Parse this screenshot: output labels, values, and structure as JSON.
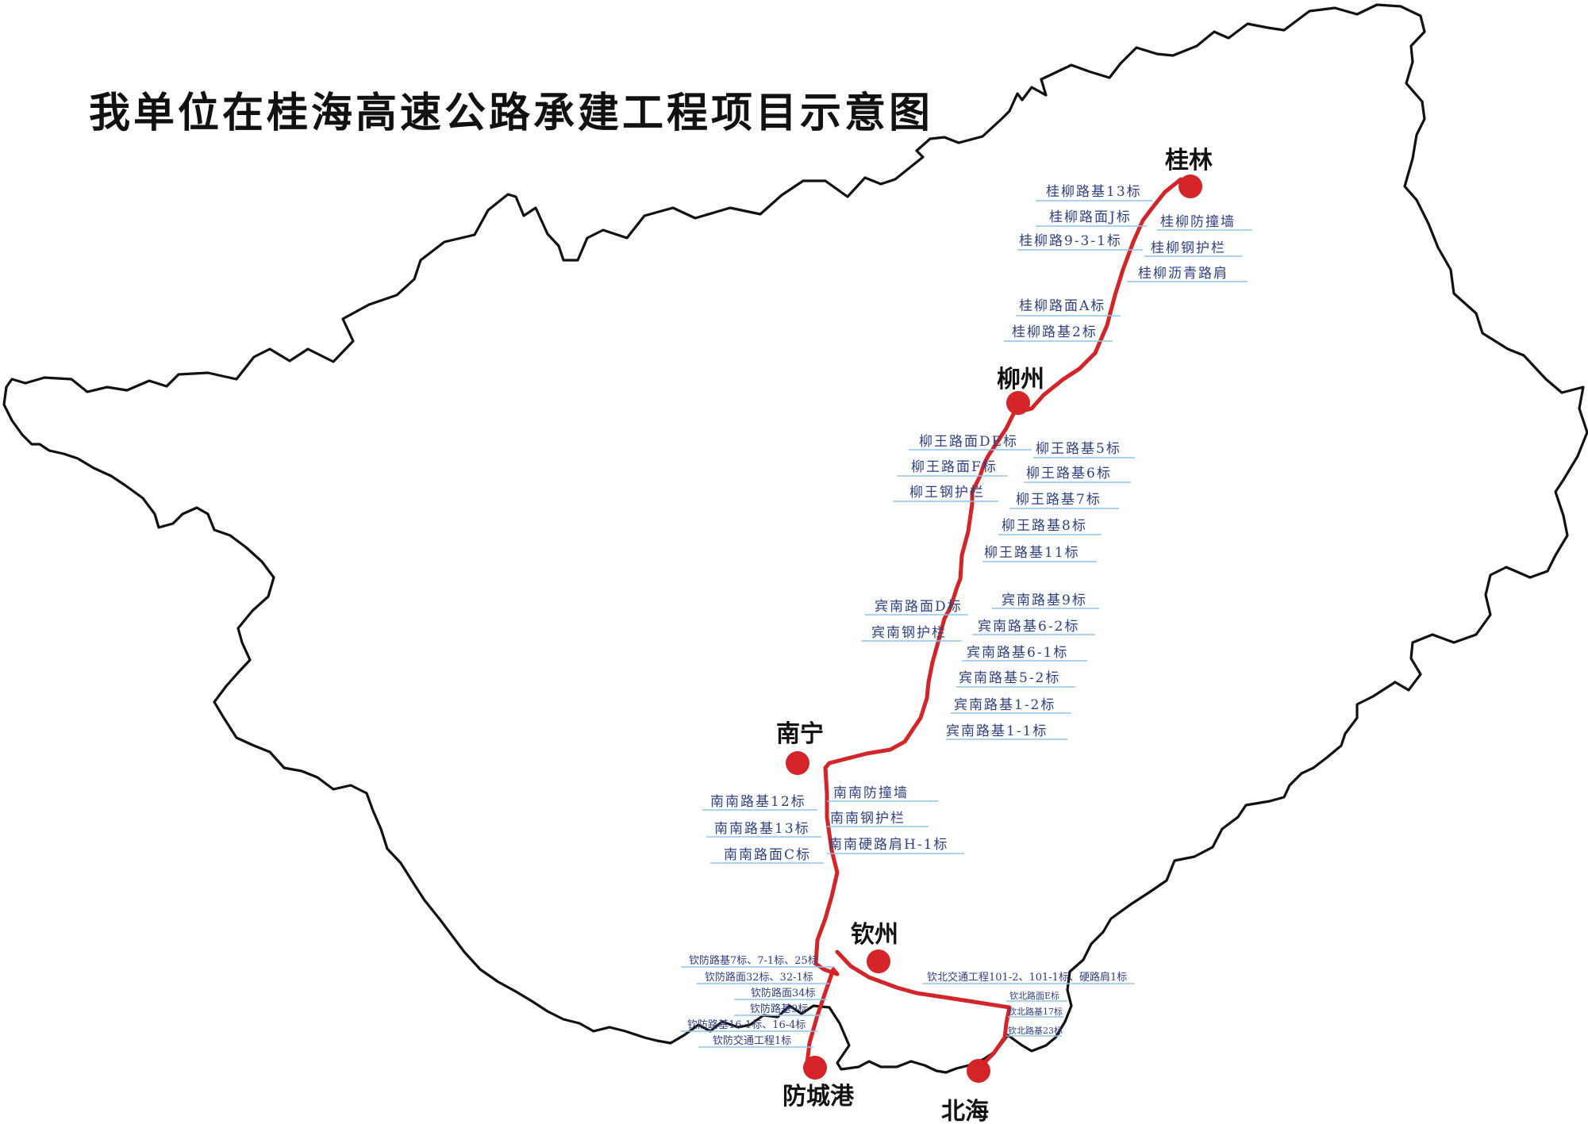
{
  "title": "我单位在桂海高速公路承建工程项目示意图",
  "colors": {
    "route": "#d42428",
    "city_dot": "#d42428",
    "label_text": "#2e3f82",
    "label_underline": "#8fc3e8",
    "outline": "#111111"
  },
  "cities": {
    "guilin": "桂林",
    "liuzhou": "柳州",
    "nanning": "南宁",
    "qinzhou": "钦州",
    "fangchenggang": "防城港",
    "beihai": "北海"
  },
  "sections": {
    "guiliu": {
      "west": [
        "桂柳路基13标",
        "桂柳路面J标",
        "桂柳路9-3-1标",
        "桂柳路面A标",
        "桂柳路基2标"
      ],
      "east": [
        "桂柳防撞墙",
        "桂柳钢护栏",
        "桂柳沥青路肩"
      ]
    },
    "liuwang": {
      "west": [
        "柳王路面DE标",
        "柳王路面F标",
        "柳王钢护栏"
      ],
      "east": [
        "柳王路基5标",
        "柳王路基6标",
        "柳王路基7标",
        "柳王路基8标",
        "柳王路基11标"
      ]
    },
    "binnan": {
      "west": [
        "宾南路面D标",
        "宾南钢护栏"
      ],
      "east": [
        "宾南路基9标",
        "宾南路基6-2标",
        "宾南路基6-1标",
        "宾南路基5-2标",
        "宾南路基1-2标",
        "宾南路基1-1标"
      ]
    },
    "nannan": {
      "west": [
        "南南路基12标",
        "南南路基13标",
        "南南路面C标"
      ],
      "east": [
        "南南防撞墙",
        "南南钢护栏",
        "南南硬路肩H-1标"
      ]
    },
    "qinfang": [
      "钦防路基7标、7-1标、25标",
      "钦防路面32标、32-1标",
      "钦防路面34标",
      "钦防路基9标",
      "钦防路基16-1标、16-4标",
      "钦防交通工程1标"
    ],
    "qinbei": [
      "钦北交通工程101-2、101-1标、硬路肩1标",
      "钦北路面E标",
      "钦北路基17标",
      "钦北路基23标"
    ]
  }
}
